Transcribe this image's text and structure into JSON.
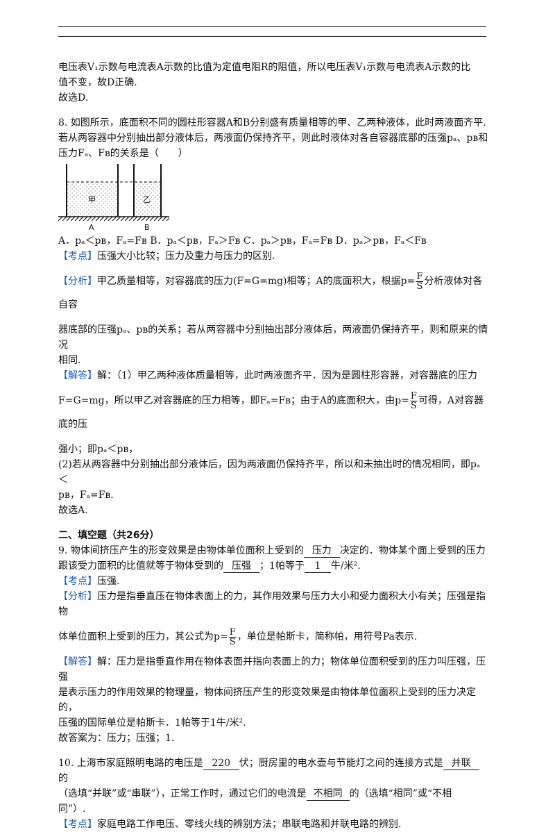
{
  "q7_tail": {
    "line1": "电压表V₁示数与电流表A示数的比值为定值电阻R的阻值，所以电压表V₁示数与电流表A示数的比",
    "line2": "值不变，故D正确.",
    "conclusion": "故选D."
  },
  "q8": {
    "stem1": "8. 如图所示，底面积不同的圆柱形容器A和B分别盛有质量相等的甲、乙两种液体，此时两液面齐平.",
    "stem2": "若从两容器中分别抽出部分液体后，两液面仍保持齐平，则此时液体对各自容器底部的压强pₐ、pʙ和",
    "stem3": "压力Fₐ、Fʙ的关系是（　　）",
    "figure": {
      "label_jia": "甲",
      "label_yi": "乙",
      "label_a": "A",
      "label_b": "B"
    },
    "options": "A．pₐ＜pʙ，Fₐ=Fʙ B．pₐ＜pʙ，Fₐ＞Fʙ C．pₐ＞pʙ，Fₐ=Fʙ D．pₐ＞pʙ，Fₐ＜Fʙ",
    "kaodian_tag": "【考点】",
    "kaodian": "压强大小比较；压力及重力与压力的区别.",
    "fenxi_tag": "【分析】",
    "fenxi1a": "甲乙质量相等，对容器底的压力(F=G=mg)相等；A的底面积大，根据p=",
    "fenxi1b": "分析液体对各自容",
    "fenxi2": "器底部的压强pₐ、pʙ的关系；若从两容器中分别抽出部分液体后，两液面仍保持齐平，则和原来的情况",
    "fenxi3": "相同.",
    "jieda_tag": "【解答】",
    "jieda1": "解：（1）甲乙两种液体质量相等，此时两液面齐平．因为是圆柱形容器，对容器底的压力",
    "jieda2a": "F=G=mg，所以甲乙对容器底的压力相等，即Fₐ=Fʙ；由于A的底面积大，由p=",
    "jieda2b": "可得，A对容器底的压",
    "jieda3": "强小；即pₐ＜pʙ，",
    "jieda4": "(2)若从两容器中分别抽出部分液体后，因为两液面仍保持齐平，所以和未抽出时的情况相同，即pₐ＜",
    "jieda5": "pʙ，Fₐ=Fʙ.",
    "conclusion": "故选A."
  },
  "frac": {
    "num": "F",
    "den": "S"
  },
  "section2": {
    "title": "二、填空题（共26分）"
  },
  "q9": {
    "stem1a": "9. 物体间挤压产生的形变效果是由物体单位面积上受到的",
    "blank1": "压力",
    "stem1b": "决定的．物体某个面上受到的压力",
    "stem2a": "跟该受力面积的比值就等于物体受到的",
    "blank2": "压强",
    "stem2b": "；1帕等于",
    "blank3": "1",
    "stem2c": "牛/米².",
    "kaodian_tag": "【考点】",
    "kaodian": "压强.",
    "fenxi_tag": "【分析】",
    "fenxi1": "压力是指垂直压在物体表面上的力，其作用效果与压力大小和受力面积大小有关；压强是指物",
    "fenxi2a": "体单位面积上受到的压力，其公式为p=",
    "fenxi2b": "，单位是帕斯卡，简称帕，用符号Pa表示.",
    "jieda_tag": "【解答】",
    "jieda1": "解：压力是指垂直作用在物体表面并指向表面上的力；物体单位面积受到的压力叫压强，压强",
    "jieda2": "是表示压力的作用效果的物理量，物体间挤压产生的形变效果是由物体单位面积上受到的压力决定的，",
    "jieda3": "压强的国际单位是帕斯卡．1帕等于1牛/米².",
    "answer": "故答案为：压力；压强；1."
  },
  "q10": {
    "stem1a": "10. 上海市家庭照明电路的电压是",
    "blank1": "220",
    "stem1b": "伏；厨房里的电水壶与节能灯之间的连接方式是",
    "blank2": "并联",
    "stem1c": "的",
    "stem2a": "（选填“并联”或“串联”），正常工作时，通过它们的电流是",
    "blank3": "不相同",
    "stem2b": "的（选填“相同”或“不相",
    "stem3": "同”）.",
    "kaodian_tag": "【考点】",
    "kaodian": "家庭电路工作电压、零线火线的辨别方法；串联电路和并联电路的辨别."
  }
}
